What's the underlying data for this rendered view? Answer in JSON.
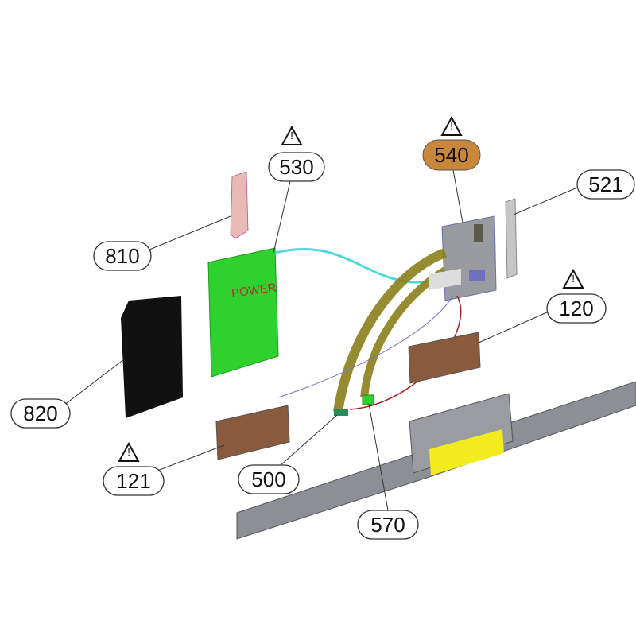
{
  "diagram": {
    "power_text": "POWER",
    "labels": {
      "p530": "530",
      "p540": "540",
      "p521": "521",
      "p810": "810",
      "p120": "120",
      "p820": "820",
      "p121": "121",
      "p500": "500",
      "p570": "570"
    },
    "warning_symbol": "!",
    "colors": {
      "highlight": "#c8873a",
      "power_board": "#2fd12f",
      "cable_ffc": "#8a7f1c",
      "cable_cyan": "#4fd8dc",
      "speaker": "#8a5a3c",
      "frame": "#8d8f96",
      "yellow_part": "#f2ec1e"
    }
  }
}
